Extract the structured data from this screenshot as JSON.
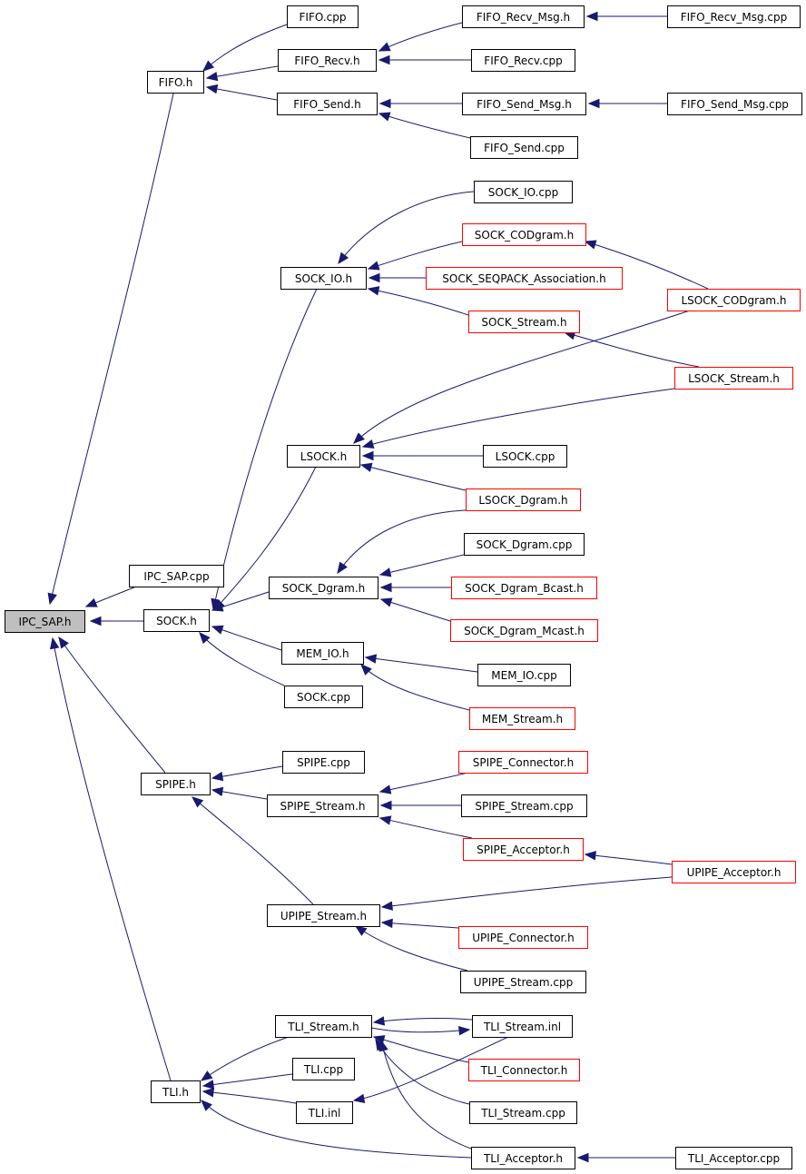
{
  "colors": {
    "edge": "#191970",
    "normal_border": "#000000",
    "incomplete_border": "#ff0000",
    "root_fill": "#bfbfbf",
    "node_fill": "#ffffff"
  },
  "nodes": [
    {
      "id": "ipc_sap_h",
      "label": "IPC_SAP.h",
      "kind": "root"
    },
    {
      "id": "ipc_sap_cpp",
      "label": "IPC_SAP.cpp",
      "kind": "normal"
    },
    {
      "id": "fifo_h",
      "label": "FIFO.h",
      "kind": "normal"
    },
    {
      "id": "fifo_cpp",
      "label": "FIFO.cpp",
      "kind": "normal"
    },
    {
      "id": "fifo_recv_h",
      "label": "FIFO_Recv.h",
      "kind": "normal"
    },
    {
      "id": "fifo_recv_msg_h",
      "label": "FIFO_Recv_Msg.h",
      "kind": "normal"
    },
    {
      "id": "fifo_recv_msg_cpp",
      "label": "FIFO_Recv_Msg.cpp",
      "kind": "normal"
    },
    {
      "id": "fifo_recv_cpp",
      "label": "FIFO_Recv.cpp",
      "kind": "normal"
    },
    {
      "id": "fifo_send_h",
      "label": "FIFO_Send.h",
      "kind": "normal"
    },
    {
      "id": "fifo_send_msg_h",
      "label": "FIFO_Send_Msg.h",
      "kind": "normal"
    },
    {
      "id": "fifo_send_msg_cpp",
      "label": "FIFO_Send_Msg.cpp",
      "kind": "normal"
    },
    {
      "id": "fifo_send_cpp",
      "label": "FIFO_Send.cpp",
      "kind": "normal"
    },
    {
      "id": "sock_io_cpp",
      "label": "SOCK_IO.cpp",
      "kind": "normal"
    },
    {
      "id": "sock_codgram_h",
      "label": "SOCK_CODgram.h",
      "kind": "incomplete"
    },
    {
      "id": "sock_io_h",
      "label": "SOCK_IO.h",
      "kind": "normal"
    },
    {
      "id": "sock_seqpack_h",
      "label": "SOCK_SEQPACK_Association.h",
      "kind": "incomplete"
    },
    {
      "id": "lsock_codgram_h",
      "label": "LSOCK_CODgram.h",
      "kind": "incomplete"
    },
    {
      "id": "sock_stream_h",
      "label": "SOCK_Stream.h",
      "kind": "incomplete"
    },
    {
      "id": "lsock_stream_h",
      "label": "LSOCK_Stream.h",
      "kind": "incomplete"
    },
    {
      "id": "lsock_h",
      "label": "LSOCK.h",
      "kind": "normal"
    },
    {
      "id": "lsock_cpp",
      "label": "LSOCK.cpp",
      "kind": "normal"
    },
    {
      "id": "lsock_dgram_h",
      "label": "LSOCK_Dgram.h",
      "kind": "incomplete"
    },
    {
      "id": "sock_dgram_cpp",
      "label": "SOCK_Dgram.cpp",
      "kind": "normal"
    },
    {
      "id": "sock_dgram_h",
      "label": "SOCK_Dgram.h",
      "kind": "normal"
    },
    {
      "id": "sock_dgram_bcast_h",
      "label": "SOCK_Dgram_Bcast.h",
      "kind": "incomplete"
    },
    {
      "id": "sock_h",
      "label": "SOCK.h",
      "kind": "normal"
    },
    {
      "id": "sock_dgram_mcast_h",
      "label": "SOCK_Dgram_Mcast.h",
      "kind": "incomplete"
    },
    {
      "id": "mem_io_h",
      "label": "MEM_IO.h",
      "kind": "normal"
    },
    {
      "id": "mem_io_cpp",
      "label": "MEM_IO.cpp",
      "kind": "normal"
    },
    {
      "id": "sock_cpp",
      "label": "SOCK.cpp",
      "kind": "normal"
    },
    {
      "id": "mem_stream_h",
      "label": "MEM_Stream.h",
      "kind": "incomplete"
    },
    {
      "id": "spipe_cpp",
      "label": "SPIPE.cpp",
      "kind": "normal"
    },
    {
      "id": "spipe_connector_h",
      "label": "SPIPE_Connector.h",
      "kind": "incomplete"
    },
    {
      "id": "spipe_h",
      "label": "SPIPE.h",
      "kind": "normal"
    },
    {
      "id": "spipe_stream_h",
      "label": "SPIPE_Stream.h",
      "kind": "normal"
    },
    {
      "id": "spipe_stream_cpp",
      "label": "SPIPE_Stream.cpp",
      "kind": "normal"
    },
    {
      "id": "spipe_acceptor_h",
      "label": "SPIPE_Acceptor.h",
      "kind": "incomplete"
    },
    {
      "id": "upipe_acceptor_h",
      "label": "UPIPE_Acceptor.h",
      "kind": "incomplete"
    },
    {
      "id": "upipe_stream_h",
      "label": "UPIPE_Stream.h",
      "kind": "normal"
    },
    {
      "id": "upipe_connector_h",
      "label": "UPIPE_Connector.h",
      "kind": "incomplete"
    },
    {
      "id": "upipe_stream_cpp",
      "label": "UPIPE_Stream.cpp",
      "kind": "normal"
    },
    {
      "id": "tli_stream_h",
      "label": "TLI_Stream.h",
      "kind": "normal"
    },
    {
      "id": "tli_stream_inl",
      "label": "TLI_Stream.inl",
      "kind": "normal"
    },
    {
      "id": "tli_cpp",
      "label": "TLI.cpp",
      "kind": "normal"
    },
    {
      "id": "tli_connector_h",
      "label": "TLI_Connector.h",
      "kind": "incomplete"
    },
    {
      "id": "tli_h",
      "label": "TLI.h",
      "kind": "normal"
    },
    {
      "id": "tli_inl",
      "label": "TLI.inl",
      "kind": "normal"
    },
    {
      "id": "tli_stream_cpp",
      "label": "TLI_Stream.cpp",
      "kind": "normal"
    },
    {
      "id": "tli_acceptor_h",
      "label": "TLI_Acceptor.h",
      "kind": "normal"
    },
    {
      "id": "tli_acceptor_cpp",
      "label": "TLI_Acceptor.cpp",
      "kind": "normal"
    }
  ],
  "edges": [
    {
      "from": "fifo_h",
      "to": "ipc_sap_h"
    },
    {
      "from": "ipc_sap_cpp",
      "to": "ipc_sap_h"
    },
    {
      "from": "sock_h",
      "to": "ipc_sap_h"
    },
    {
      "from": "spipe_h",
      "to": "ipc_sap_h"
    },
    {
      "from": "tli_h",
      "to": "ipc_sap_h"
    },
    {
      "from": "fifo_cpp",
      "to": "fifo_h"
    },
    {
      "from": "fifo_recv_h",
      "to": "fifo_h"
    },
    {
      "from": "fifo_send_h",
      "to": "fifo_h"
    },
    {
      "from": "fifo_recv_msg_h",
      "to": "fifo_recv_h"
    },
    {
      "from": "fifo_recv_cpp",
      "to": "fifo_recv_h"
    },
    {
      "from": "fifo_recv_msg_cpp",
      "to": "fifo_recv_msg_h"
    },
    {
      "from": "fifo_send_msg_h",
      "to": "fifo_send_h"
    },
    {
      "from": "fifo_send_cpp",
      "to": "fifo_send_h"
    },
    {
      "from": "fifo_send_msg_cpp",
      "to": "fifo_send_msg_h"
    },
    {
      "from": "sock_io_h",
      "to": "sock_h"
    },
    {
      "from": "lsock_h",
      "to": "sock_h"
    },
    {
      "from": "sock_dgram_h",
      "to": "sock_h"
    },
    {
      "from": "mem_io_h",
      "to": "sock_h"
    },
    {
      "from": "sock_cpp",
      "to": "sock_h"
    },
    {
      "from": "sock_io_cpp",
      "to": "sock_io_h"
    },
    {
      "from": "sock_codgram_h",
      "to": "sock_io_h"
    },
    {
      "from": "sock_seqpack_h",
      "to": "sock_io_h"
    },
    {
      "from": "sock_stream_h",
      "to": "sock_io_h"
    },
    {
      "from": "lsock_codgram_h",
      "to": "sock_codgram_h"
    },
    {
      "from": "lsock_stream_h",
      "to": "sock_stream_h"
    },
    {
      "from": "lsock_codgram_h",
      "to": "lsock_h"
    },
    {
      "from": "lsock_stream_h",
      "to": "lsock_h"
    },
    {
      "from": "lsock_cpp",
      "to": "lsock_h"
    },
    {
      "from": "lsock_dgram_h",
      "to": "lsock_h"
    },
    {
      "from": "lsock_dgram_h",
      "to": "sock_dgram_h"
    },
    {
      "from": "sock_dgram_cpp",
      "to": "sock_dgram_h"
    },
    {
      "from": "sock_dgram_bcast_h",
      "to": "sock_dgram_h"
    },
    {
      "from": "sock_dgram_mcast_h",
      "to": "sock_dgram_h"
    },
    {
      "from": "mem_io_cpp",
      "to": "mem_io_h"
    },
    {
      "from": "mem_stream_h",
      "to": "mem_io_h"
    },
    {
      "from": "spipe_cpp",
      "to": "spipe_h"
    },
    {
      "from": "spipe_stream_h",
      "to": "spipe_h"
    },
    {
      "from": "upipe_stream_h",
      "to": "spipe_h"
    },
    {
      "from": "spipe_connector_h",
      "to": "spipe_stream_h"
    },
    {
      "from": "spipe_stream_cpp",
      "to": "spipe_stream_h"
    },
    {
      "from": "spipe_acceptor_h",
      "to": "spipe_stream_h"
    },
    {
      "from": "upipe_acceptor_h",
      "to": "spipe_acceptor_h"
    },
    {
      "from": "upipe_acceptor_h",
      "to": "upipe_stream_h"
    },
    {
      "from": "upipe_connector_h",
      "to": "upipe_stream_h"
    },
    {
      "from": "upipe_stream_cpp",
      "to": "upipe_stream_h"
    },
    {
      "from": "tli_stream_h",
      "to": "tli_h"
    },
    {
      "from": "tli_cpp",
      "to": "tli_h"
    },
    {
      "from": "tli_inl",
      "to": "tli_h"
    },
    {
      "from": "tli_acceptor_h",
      "to": "tli_h"
    },
    {
      "from": "tli_stream_inl",
      "to": "tli_stream_h"
    },
    {
      "from": "tli_stream_h",
      "to": "tli_stream_inl"
    },
    {
      "from": "tli_connector_h",
      "to": "tli_stream_h"
    },
    {
      "from": "tli_stream_cpp",
      "to": "tli_stream_h"
    },
    {
      "from": "tli_acceptor_h",
      "to": "tli_stream_h"
    },
    {
      "from": "tli_stream_inl",
      "to": "tli_inl"
    },
    {
      "from": "tli_acceptor_cpp",
      "to": "tli_acceptor_h"
    }
  ]
}
